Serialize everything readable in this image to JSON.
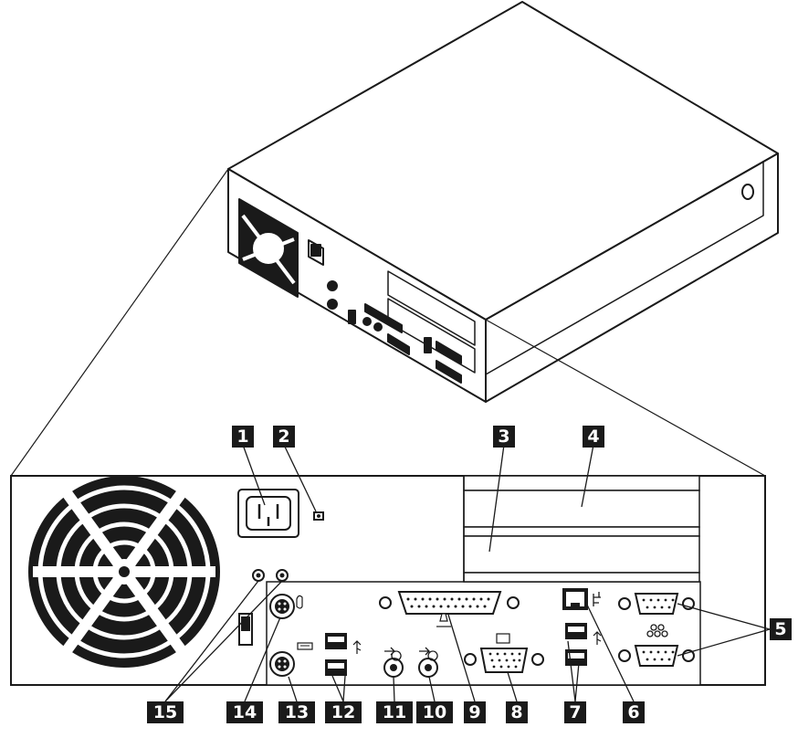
{
  "callouts": {
    "c1": "1",
    "c2": "2",
    "c3": "3",
    "c4": "4",
    "c5": "5",
    "c6": "6",
    "c7": "7",
    "c8": "8",
    "c9": "9",
    "c10": "10",
    "c11": "11",
    "c12": "12",
    "c13": "13",
    "c14": "14",
    "c15": "15"
  },
  "colors": {
    "ink": "#1a1a1a",
    "paper": "#ffffff"
  },
  "icons": [
    "fan-grille-icon",
    "power-connector-icon",
    "cable-lock-slot-icon",
    "keyboard-connector-icon",
    "mouse-connector-icon",
    "usb-connector-icon",
    "audio-line-in-icon",
    "audio-line-out-icon",
    "parallel-connector-icon",
    "monitor-connector-icon",
    "ethernet-connector-icon",
    "serial-connector-icon"
  ]
}
